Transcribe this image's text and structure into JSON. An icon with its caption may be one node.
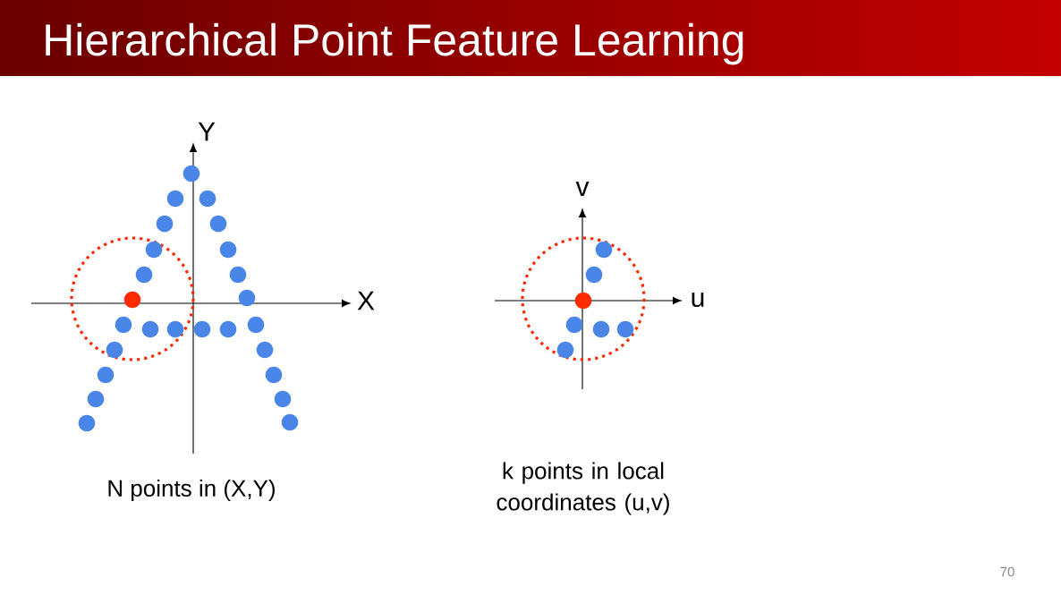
{
  "diagram": {
    "title": "Hierarchical Point Feature Learning",
    "labels": [
      "Y",
      "X",
      "v",
      "u",
      "N points in (X,Y)",
      "k points in local coordinates (u,v)",
      "70"
    ]
  }
}
